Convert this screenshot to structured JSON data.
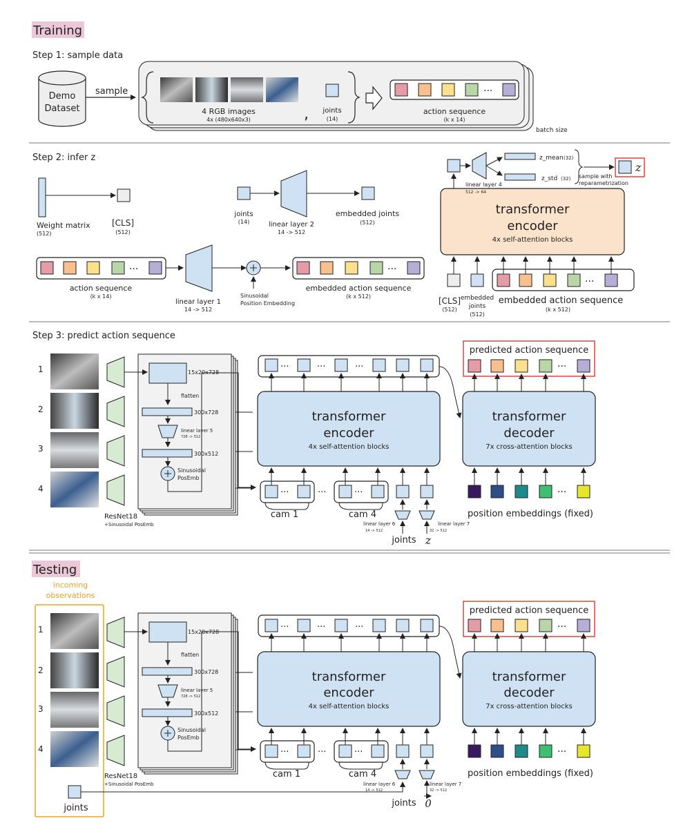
{
  "training": {
    "header": "Training",
    "step1": {
      "title": "Step 1: sample data",
      "dataset_line1": "Demo",
      "dataset_line2": "Dataset",
      "sample_label": "sample",
      "images_label": "4 RGB images",
      "images_sub": "4x (480x640x3)",
      "comma": ",",
      "joints_label": "joints",
      "joints_sub": "(14)",
      "action_label": "action sequence",
      "action_sub": "(k x 14)",
      "batch_label": "batch size"
    },
    "step2": {
      "title": "Step 2: infer z",
      "weight_label": "Weight matrix",
      "weight_sub": "(512)",
      "cls_label": "[CLS]",
      "cls_sub": "(512)",
      "joints_label": "joints",
      "joints_sub": "(14)",
      "linear2_label": "linear layer 2",
      "linear2_sub": "14 -> 512",
      "emb_joints_label": "embedded joints",
      "emb_joints_sub": "(512)",
      "action_label": "action sequence",
      "action_sub": "(k x 14)",
      "linear1_label": "linear layer 1",
      "linear1_sub": "14 -> 512",
      "sinusoidal_line1": "Sinusoidal",
      "sinusoidal_line2": "Position Embedding",
      "emb_action_label": "embedded action sequence",
      "emb_action_sub": "(k x 512)",
      "linear4_label": "linear layer 4",
      "linear4_sub": "512 -> 64",
      "z_mean_label": "z_mean",
      "z_mean_sub": "(32)",
      "z_std_label": "z_std",
      "z_std_sub": "(32)",
      "sample_with": "sample with",
      "reparam": "reparametrization",
      "z_symbol": "z",
      "encoder_title1": "transformer",
      "encoder_title2": "encoder",
      "encoder_sub": "4x self-attention blocks",
      "in_cls_label": "[CLS]",
      "in_cls_sub": "(512)",
      "in_joints_line1": "embedded",
      "in_joints_line2": "joints",
      "in_joints_sub": "(512)",
      "in_action_label": "embedded action sequence",
      "in_action_sub": "(k x 512)"
    },
    "step3": {
      "title": "Step 3: predict action sequence",
      "cams": [
        "1",
        "2",
        "3",
        "4"
      ],
      "resnet_label": "ResNet18",
      "resnet_sub": "+Sinusoidal PosEmb",
      "feat1": "15x20x728",
      "flatten": "flatten",
      "feat2": "300x728",
      "linear5_label": "linear layer 5",
      "linear5_sub": "728 -> 512",
      "feat3": "300x512",
      "posemb_line1": "Sinusoidal",
      "posemb_line2": "PosEmb",
      "encoder_title1": "transformer",
      "encoder_title2": "encoder",
      "encoder_sub": "4x self-attention blocks",
      "decoder_title1": "transformer",
      "decoder_title2": "decoder",
      "decoder_sub": "7x cross-attention blocks",
      "predicted_label": "predicted action sequence",
      "cam1_label": "cam 1",
      "cam4_label": "cam 4",
      "linear6_label": "linear layer 6",
      "linear6_sub": "14 -> 512",
      "linear7_label": "linear layer 7",
      "linear7_sub": "32 -> 512",
      "joints_label": "joints",
      "z_symbol": "z",
      "pos_emb_label": "position embeddings (fixed)"
    }
  },
  "testing": {
    "header": "Testing",
    "incoming_line1": "incoming",
    "incoming_line2": "observations",
    "cams": [
      "1",
      "2",
      "3",
      "4"
    ],
    "resnet_label": "ResNet18",
    "resnet_sub": "+Sinusoidal PosEmb",
    "feat1": "15x20x728",
    "flatten": "flatten",
    "feat2": "300x728",
    "linear5_label": "linear layer 5",
    "linear5_sub": "728 -> 512",
    "feat3": "300x512",
    "posemb_line1": "Sinusoidal",
    "posemb_line2": "PosEmb",
    "encoder_title1": "transformer",
    "encoder_title2": "encoder",
    "encoder_sub": "4x self-attention blocks",
    "decoder_title1": "transformer",
    "decoder_title2": "decoder",
    "decoder_sub": "7x cross-attention blocks",
    "predicted_label": "predicted action sequence",
    "cam1_label": "cam 1",
    "cam4_label": "cam 4",
    "linear6_label": "linear layer 6",
    "linear6_sub": "14 -> 512",
    "linear7_label": "linear layer 7",
    "linear7_sub": "32 -> 512",
    "joints_label": "joints",
    "zero_symbol": "0",
    "pos_emb_label": "position embeddings (fixed)"
  },
  "colors": {
    "header_bg": "#ecc7d7",
    "block_blue": "#cfe2f3",
    "encoder_orange": "#fbe3cb",
    "cnn_green": "#d7ead2",
    "highlight_red": "#e0443e",
    "incoming_orange": "#f0a020",
    "action_colors": [
      "#e59ca6",
      "#f7c08e",
      "#fbe08e",
      "#b9d6a8",
      "#b7aed8"
    ],
    "posemb_colors": [
      "#3b1a5c",
      "#2f4e87",
      "#1f8a8a",
      "#3fbf72",
      "#e6e62c"
    ]
  },
  "icons": {
    "dataset": "cylinder-icon",
    "sample_arrow": "hollow-right-arrow-icon",
    "adder": "plus-circle-icon"
  }
}
